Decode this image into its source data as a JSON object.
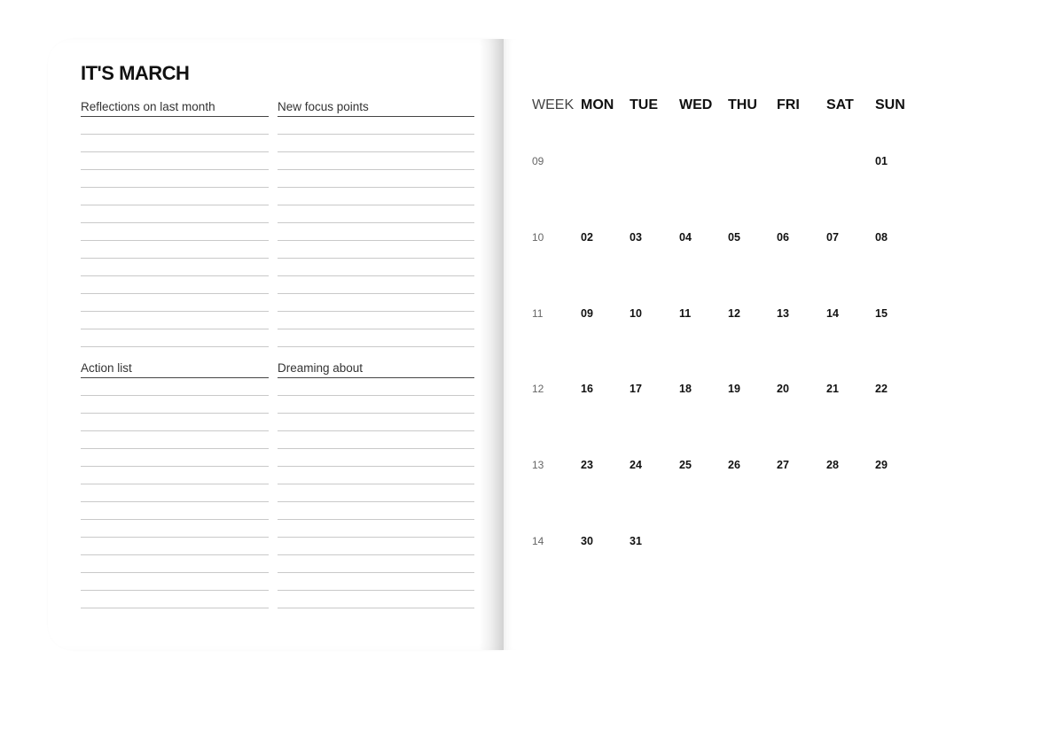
{
  "left_page": {
    "title": "IT'S MARCH",
    "sections": [
      {
        "label": "Reflections on last month"
      },
      {
        "label": "New focus points"
      },
      {
        "label": "Action list"
      },
      {
        "label": "Dreaming about"
      }
    ]
  },
  "calendar": {
    "headers": [
      "WEEK",
      "MON",
      "TUE",
      "WED",
      "THU",
      "FRI",
      "SAT",
      "SUN"
    ],
    "weeks": [
      {
        "week": "09",
        "days": [
          "",
          "",
          "",
          "",
          "",
          "",
          "01"
        ]
      },
      {
        "week": "10",
        "days": [
          "02",
          "03",
          "04",
          "05",
          "06",
          "07",
          "08"
        ]
      },
      {
        "week": "11",
        "days": [
          "09",
          "10",
          "11",
          "12",
          "13",
          "14",
          "15"
        ]
      },
      {
        "week": "12",
        "days": [
          "16",
          "17",
          "18",
          "19",
          "20",
          "21",
          "22"
        ]
      },
      {
        "week": "13",
        "days": [
          "23",
          "24",
          "25",
          "26",
          "27",
          "28",
          "29"
        ]
      },
      {
        "week": "14",
        "days": [
          "30",
          "31",
          "",
          "",
          "",
          "",
          ""
        ]
      }
    ]
  }
}
